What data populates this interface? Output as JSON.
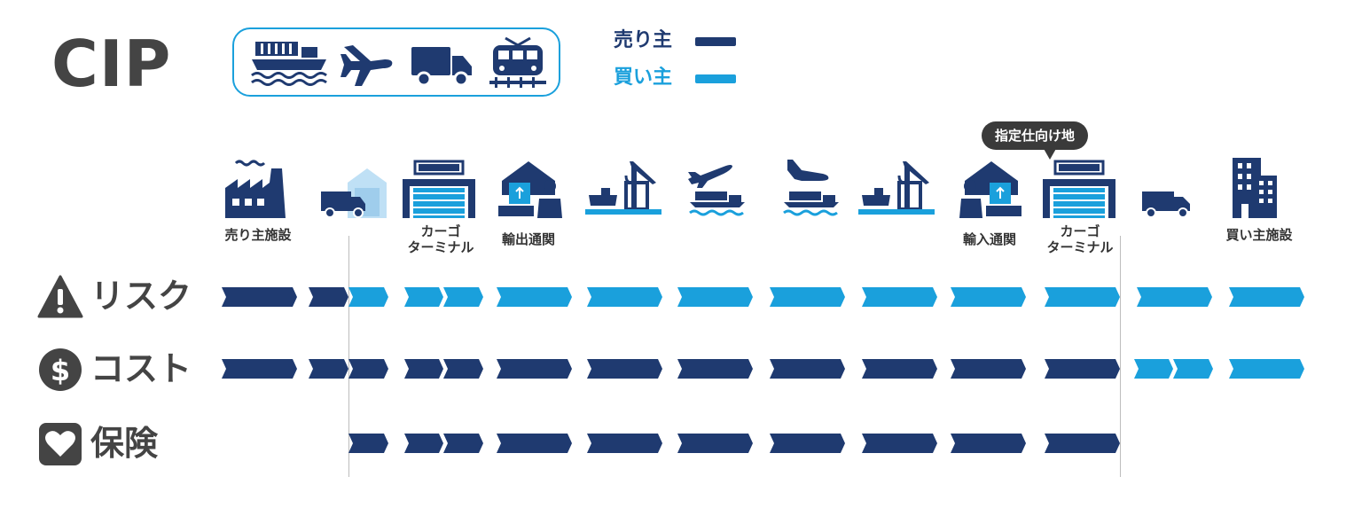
{
  "title": "CIP",
  "colors": {
    "seller": "#1f3a70",
    "buyer": "#1aa0dc",
    "dark_text": "#444444"
  },
  "transport_modes": [
    "ship-icon",
    "airplane-icon",
    "truck-icon",
    "train-icon"
  ],
  "legend": [
    {
      "label": "売り主",
      "color": "#1f3a70"
    },
    {
      "label": "買い主",
      "color": "#1aa0dc"
    }
  ],
  "tooltip": "指定仕向け地",
  "stages": [
    {
      "icon": "factory-icon",
      "label": "売り主施設"
    },
    {
      "icon": "truck-warehouse-icon",
      "label": ""
    },
    {
      "icon": "cargo-terminal-icon",
      "label": "カーゴ\nターミナル"
    },
    {
      "icon": "export-customs-icon",
      "label": "輸出通関"
    },
    {
      "icon": "port-crane-icon",
      "label": ""
    },
    {
      "icon": "plane-ship-departure-icon",
      "label": ""
    },
    {
      "icon": "plane-ship-arrival-icon",
      "label": ""
    },
    {
      "icon": "port-crane-icon",
      "label": ""
    },
    {
      "icon": "import-customs-icon",
      "label": "輸入通関"
    },
    {
      "icon": "cargo-terminal-icon",
      "label": "カーゴ\nターミナル"
    },
    {
      "icon": "truck-icon",
      "label": ""
    },
    {
      "icon": "building-icon",
      "label": "買い主施設"
    }
  ],
  "rows": [
    {
      "label": "リスク",
      "icon": "warning-icon",
      "segments": [
        "seller",
        "seller",
        "buyer",
        "buyer",
        "buyer",
        "buyer",
        "buyer",
        "buyer",
        "buyer",
        "buyer",
        "buyer",
        "buyer",
        "buyer",
        "buyer"
      ]
    },
    {
      "label": "コスト",
      "icon": "dollar-icon",
      "segments": [
        "seller",
        "seller",
        "seller",
        "seller",
        "seller",
        "seller",
        "seller",
        "seller",
        "seller",
        "seller",
        "seller",
        "seller",
        "buyer",
        "buyer",
        "buyer"
      ]
    },
    {
      "label": "保険",
      "icon": "heart-icon",
      "segments": [
        null,
        null,
        "seller",
        "seller",
        "seller",
        "seller",
        "seller",
        "seller",
        "seller",
        "seller",
        "seller",
        "seller",
        null,
        null,
        null
      ]
    }
  ]
}
